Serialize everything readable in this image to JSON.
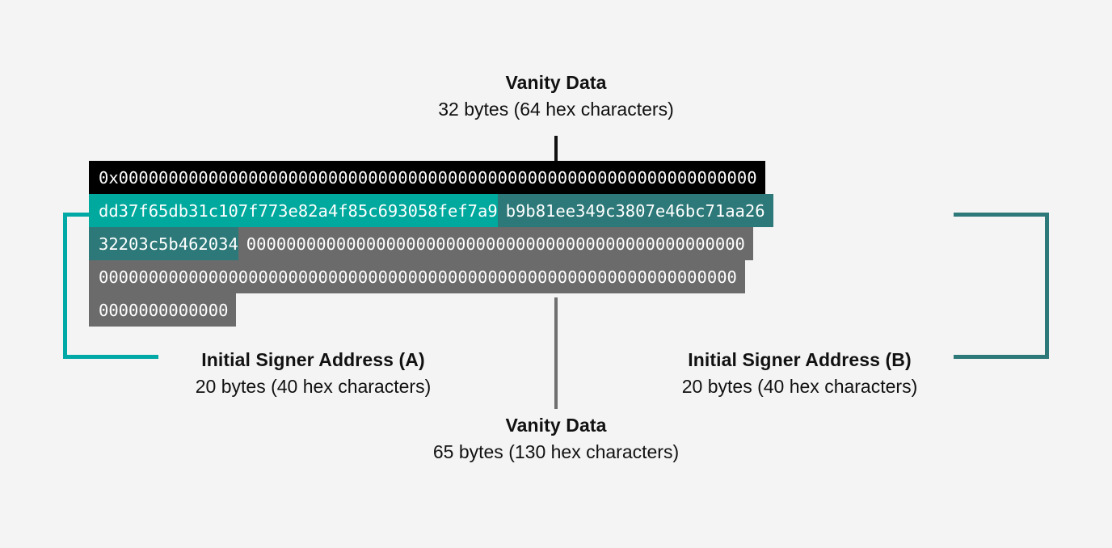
{
  "diagram": {
    "title_top": "Vanity Data",
    "subtitle_top": "32 bytes (64 hex characters)",
    "title_bottom": "Vanity Data",
    "subtitle_bottom": "65 bytes (130 hex characters)",
    "signer_a_title": "Initial Signer Address (A)",
    "signer_a_subtitle": "20 bytes (40 hex characters)",
    "signer_b_title": "Initial Signer Address (B)",
    "signer_b_subtitle": "20 bytes (40 hex characters)"
  },
  "colors": {
    "background": "#f4f4f4",
    "vanity_black": "#000000",
    "signer_a_teal": "#00a99d",
    "signer_b_dark_teal": "#2d7878",
    "padding_gray": "#6b6b6b",
    "bracket_left": "#00a9a5",
    "bracket_right": "#2d7878",
    "text_dark": "#111111"
  },
  "hex": {
    "rows": [
      {
        "segments": [
          {
            "kind": "vanity-prefix",
            "style": "black",
            "text": "0x0000000000000000000000000000000000000000000000000000000000000000"
          }
        ]
      },
      {
        "segments": [
          {
            "kind": "signer-a",
            "style": "teal",
            "text": "dd37f65db31c107f773e82a4f85c693058fef7a9"
          },
          {
            "kind": "signer-b",
            "style": "dark-teal",
            "text": "b9b81ee349c3807e46bc71aa26"
          }
        ]
      },
      {
        "segments": [
          {
            "kind": "signer-b",
            "style": "dark-teal-lead",
            "text": "32203c5b462034"
          },
          {
            "kind": "padding",
            "style": "gray",
            "text": "00000000000000000000000000000000000000000000000000"
          }
        ]
      },
      {
        "segments": [
          {
            "kind": "padding",
            "style": "gray-lead",
            "text": "0000000000000000000000000000000000000000000000000000000000000000"
          }
        ]
      },
      {
        "segments": [
          {
            "kind": "padding",
            "style": "gray-lead",
            "text": "0000000000000"
          }
        ]
      }
    ]
  }
}
